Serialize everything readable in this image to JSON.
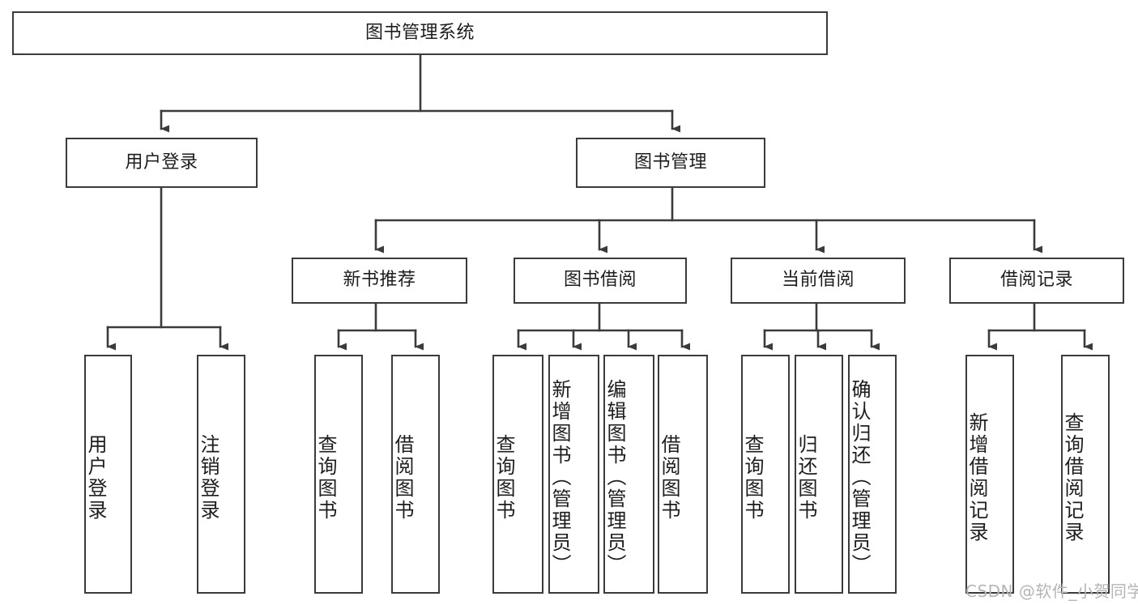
{
  "diagram": {
    "type": "hierarchy-tree",
    "title": "图书管理系统",
    "root": {
      "id": "root",
      "label": "图书管理系统"
    },
    "level2": [
      {
        "id": "user-login",
        "label": "用户登录"
      },
      {
        "id": "book-management",
        "label": "图书管理"
      }
    ],
    "level3": [
      {
        "id": "new-book-recommend",
        "label": "新书推荐"
      },
      {
        "id": "book-borrow",
        "label": "图书借阅"
      },
      {
        "id": "current-borrow",
        "label": "当前借阅"
      },
      {
        "id": "borrow-record",
        "label": "借阅记录"
      }
    ],
    "leaves": {
      "user_login": [
        {
          "id": "leaf-user-login",
          "label": "用户登录"
        },
        {
          "id": "leaf-logout-login",
          "label": "注销登录"
        }
      ],
      "new_book_recommend": [
        {
          "id": "leaf-query-book-1",
          "label": "查询图书"
        },
        {
          "id": "leaf-borrow-book-1",
          "label": "借阅图书"
        }
      ],
      "book_borrow": [
        {
          "id": "leaf-query-book-2",
          "label": "查询图书"
        },
        {
          "id": "leaf-add-book",
          "label": "新增图书（管理员）"
        },
        {
          "id": "leaf-edit-book",
          "label": "编辑图书（管理员）"
        },
        {
          "id": "leaf-borrow-book-2",
          "label": "借阅图书"
        }
      ],
      "current_borrow": [
        {
          "id": "leaf-query-book-3",
          "label": "查询图书"
        },
        {
          "id": "leaf-return-book",
          "label": "归还图书"
        },
        {
          "id": "leaf-confirm-return",
          "label": "确认归还（管理员）"
        }
      ],
      "borrow_record": [
        {
          "id": "leaf-add-record",
          "label": "新增借阅记录"
        },
        {
          "id": "leaf-query-record",
          "label": "查询借阅记录"
        }
      ]
    },
    "colors": {
      "stroke": "#3b3b3b",
      "text": "#1d1d1d",
      "background": "#ffffff",
      "watermark": "#b5b5b5"
    }
  },
  "watermark": {
    "text": "CSDN @软件_小贺同学"
  }
}
